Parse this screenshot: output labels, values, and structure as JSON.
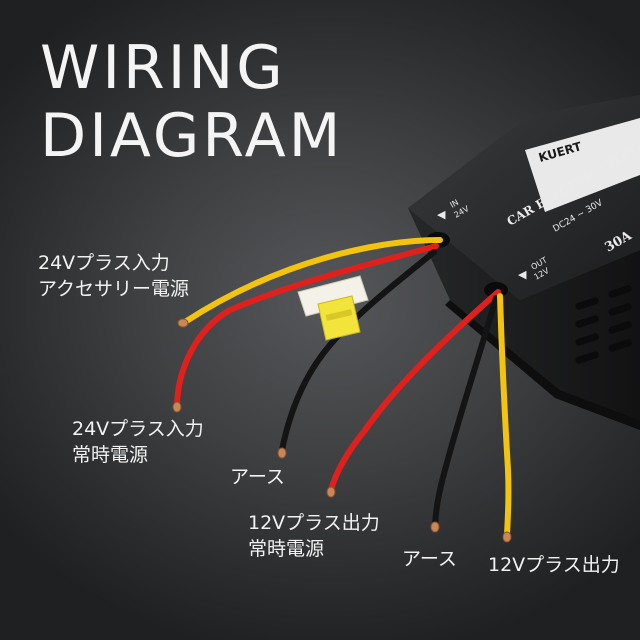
{
  "title": {
    "line1": "WIRING",
    "line2": "DIAGRAM"
  },
  "device": {
    "brand": "KUERT",
    "name": "CAR ELECTRIC CONVERTER",
    "spec": "DC24 ~ 30V",
    "rating": "30A",
    "in_port": [
      "IN",
      "24V"
    ],
    "out_port": [
      "OUT",
      "12V"
    ]
  },
  "labels": {
    "input_accessory": [
      "24Vプラス入力",
      "アクセサリー電源"
    ],
    "input_constant": [
      "24Vプラス入力",
      "常時電源"
    ],
    "ground_left": "アース",
    "output_constant": [
      "12Vプラス出力",
      "常時電源"
    ],
    "ground_right": "アース",
    "output_plus": "12Vプラス出力"
  },
  "wire_colors": {
    "yellow": "#f2c40f",
    "red": "#e0201c",
    "black": "#141414",
    "copper": "#c98656"
  }
}
